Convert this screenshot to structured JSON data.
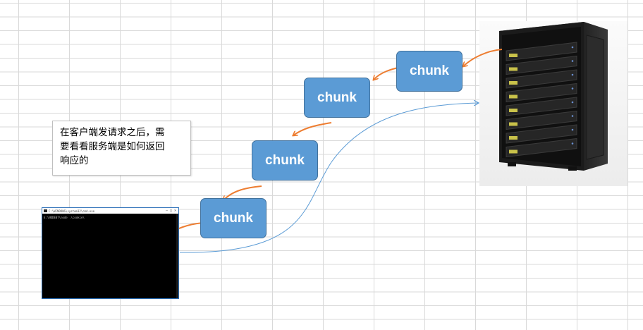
{
  "diagram": {
    "chunks": [
      "chunk",
      "chunk",
      "chunk",
      "chunk"
    ],
    "note": {
      "lines": [
        "在客户端发请求之后，需",
        "要看看服务端是如何返回",
        "响应的"
      ]
    },
    "terminal": {
      "title": "C:\\WINDOWS\\system32\\cmd.exe",
      "command": "E:\\NODE07\\node .\\cookie\\"
    },
    "server": {
      "icon": "server-rack-icon"
    },
    "colors": {
      "chunk_fill": "#5b9bd5",
      "chunk_border": "#41719c",
      "arrow_orange": "#ed7d31",
      "request_line": "#5b9bd5"
    }
  }
}
